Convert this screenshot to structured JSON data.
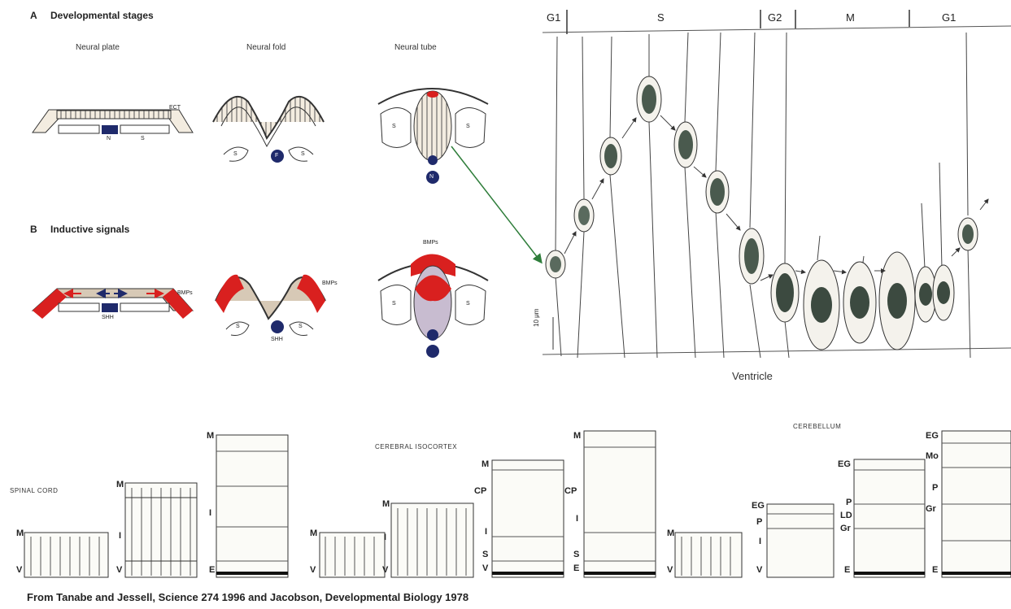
{
  "panel_a": {
    "letter": "A",
    "title": "Developmental stages",
    "stages": [
      "Neural plate",
      "Neural fold",
      "Neural tube"
    ],
    "labels": {
      "ect": "ECT",
      "n": "N",
      "s": "S",
      "f": "F"
    }
  },
  "panel_b": {
    "letter": "B",
    "title": "Inductive signals",
    "labels": {
      "bmps": "BMPs",
      "shh": "SHH"
    }
  },
  "cell_cycle": {
    "phases": [
      "G1",
      "S",
      "G2",
      "M",
      "G1"
    ],
    "scale_label": "10 μm",
    "ventricle_label": "Ventricle"
  },
  "histogenesis": {
    "regions": [
      "SPINAL CORD",
      "CEREBRAL ISOCORTEX",
      "CEREBELLUM"
    ],
    "layer_labels": {
      "m": "M",
      "v": "V",
      "i": "I",
      "e": "E",
      "s": "S",
      "cp": "CP",
      "eg": "EG",
      "p": "P",
      "ld": "LD",
      "gr": "Gr",
      "mo": "Mo"
    }
  },
  "citation": "From Tanabe and Jessell, Science 274 1996 and Jacobson, Developmental Biology 1978",
  "colors": {
    "red": "#d9201f",
    "navy": "#1f2a6b",
    "green": "#2e7d3a",
    "tan": "#efe3c6"
  }
}
